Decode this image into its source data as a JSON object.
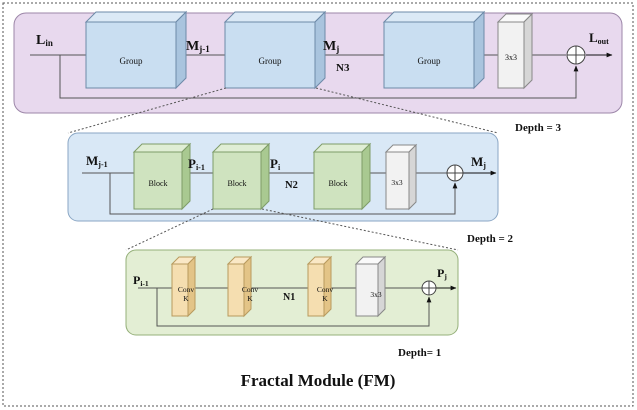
{
  "colors": {
    "level3_panel": "#e8d9ee",
    "level2_panel": "#d9e8f6",
    "level1_panel": "#e3eed4",
    "group_block": "#c9def1",
    "fractal_block": "#cfe3bf",
    "conv_block": "#f5deb0",
    "conv3x3_block": "#f2f2f2"
  },
  "level3": {
    "input": "L",
    "input_sub": "in",
    "m_prev": "M",
    "m_prev_sub": "j-1",
    "m_cur": "M",
    "m_cur_sub": "j",
    "n": "N3",
    "group1": "Group",
    "group2": "Group",
    "group3": "Group",
    "conv": "3x3",
    "output": "L",
    "output_sub": "out",
    "depth": "Depth = 3"
  },
  "level2": {
    "input": "M",
    "input_sub": "j-1",
    "p_prev": "P",
    "p_prev_sub": "i-1",
    "p_cur": "P",
    "p_cur_sub": "i",
    "n": "N2",
    "block1": "Block",
    "block2": "Block",
    "block3": "Block",
    "conv": "3x3",
    "output": "M",
    "output_sub": "j",
    "depth": "Depth = 2"
  },
  "level1": {
    "input": "P",
    "input_sub": "i-1",
    "n": "N1",
    "conv_label": "Conv",
    "conv_k": "K",
    "conv": "3x3",
    "output": "P",
    "output_sub": "j",
    "depth": "Depth= 1"
  },
  "caption": "Fractal Module  (FM)"
}
